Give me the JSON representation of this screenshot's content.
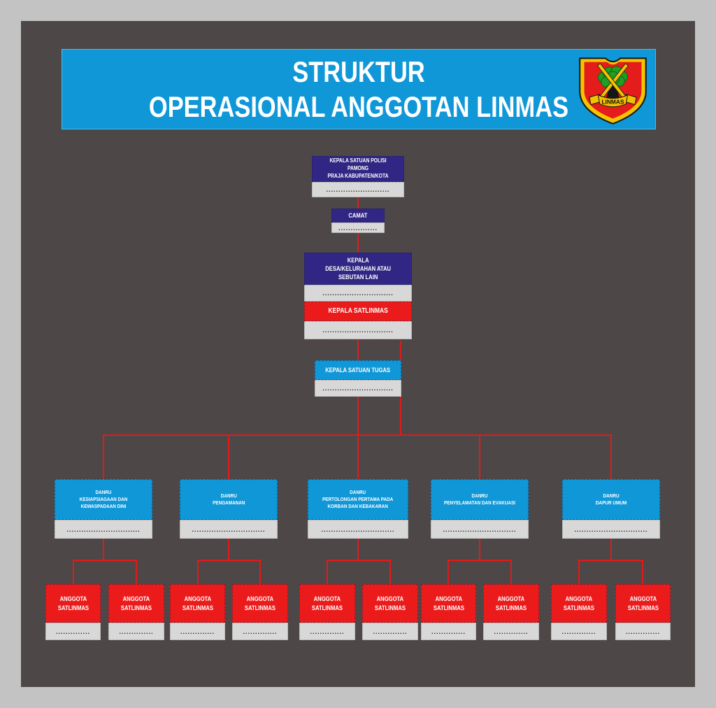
{
  "header": {
    "title": "STRUKTUR\nOPERASIONAL ANGGOTAN LINMAS",
    "logo_banner": "LINMAS"
  },
  "colors": {
    "frame": "#c3c3c3",
    "canvas": "#4d4847",
    "banner_blue": "#0f97d7",
    "indigo": "#312683",
    "red": "#ec1b1b",
    "gray_band": "#d8d8d8",
    "connector_red": "#e11a1a"
  },
  "org": {
    "level1": {
      "title": "KEPALA SATUAN POLISI PAMONG\nPRAJA KABUPATEN/KOTA",
      "dots": ".........................."
    },
    "level2": {
      "title": "CAMAT",
      "dots": "................"
    },
    "level3": {
      "title": "KEPALA\nDESA/KELURAHAN ATAU\nSEBUTAN LAIN",
      "dots1": ".............................",
      "subtitle": "KEPALA SATLINMAS",
      "dots2": "............................."
    },
    "level4": {
      "title": "KEPALA SATUAN TUGAS",
      "dots": "............................."
    },
    "danru": [
      {
        "title": "DANRU\nKESIAPSIAGAAN DAN KEWASPADAAN DINI",
        "dots": ".............................."
      },
      {
        "title": "DANRU\nPENGAMANAN",
        "dots": ".............................."
      },
      {
        "title": "DANRU\nPERTOLONGAN PERTAMA PADA\nKORBAN DAN KEBAKARAN",
        "dots": ".............................."
      },
      {
        "title": "DANRU\nPENYELAMATAN DAN EVAKUASI",
        "dots": ".............................."
      },
      {
        "title": "DANRU\nDAPUR UMUM",
        "dots": ".............................."
      }
    ],
    "anggota": [
      {
        "title": "ANGGOTA\nSATLINMAS",
        "dots": ".............."
      },
      {
        "title": "ANGGOTA\nSATLINMAS",
        "dots": ".............."
      },
      {
        "title": "ANGGOTA\nSATLINMAS",
        "dots": ".............."
      },
      {
        "title": "ANGGOTA\nSATLINMAS",
        "dots": ".............."
      },
      {
        "title": "ANGGOTA\nSATLINMAS",
        "dots": ".............."
      },
      {
        "title": "ANGGOTA\nSATLINMAS",
        "dots": ".............."
      },
      {
        "title": "ANGGOTA\nSATLINMAS",
        "dots": ".............."
      },
      {
        "title": "ANGGOTA\nSATLINMAS",
        "dots": ".............."
      },
      {
        "title": "ANGGOTA\nSATLINMAS",
        "dots": ".............."
      },
      {
        "title": "ANGGOTA\nSATLINMAS",
        "dots": ".............."
      }
    ]
  }
}
